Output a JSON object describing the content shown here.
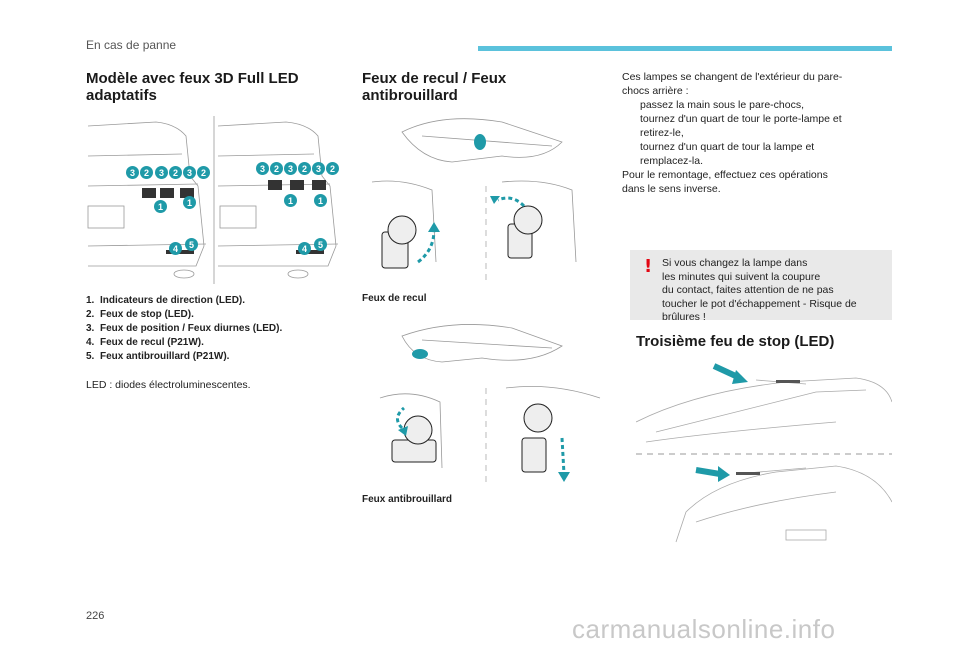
{
  "header": {
    "section": "En cas de panne",
    "accent_color": "#5bc2dc"
  },
  "page_number": "226",
  "watermark": "carmanualsonline.info",
  "col1": {
    "title_line1": "Modèle avec feux 3D Full LED",
    "title_line2": "adaptatifs",
    "diagram_icon": "rear-car-lights-diagram",
    "legend": [
      {
        "num": "1.",
        "text": "Indicateurs de direction (LED)."
      },
      {
        "num": "2.",
        "text": "Feux de stop (LED)."
      },
      {
        "num": "3.",
        "text": "Feux de position / Feux diurnes (LED)."
      },
      {
        "num": "4.",
        "text": "Feux de recul (P21W)."
      },
      {
        "num": "5.",
        "text": "Feux antibrouillard (P21W)."
      }
    ],
    "note": "LED : diodes électroluminescentes."
  },
  "col2": {
    "title_line1": "Feux de recul / Feux",
    "title_line2": "antibrouillard",
    "caption1": "Feux de recul",
    "caption2": "Feux antibrouillard",
    "diagram_icon": "bulb-replacement-diagram"
  },
  "col3": {
    "intro_line1": "Ces lampes se changent de l'extérieur du pare-",
    "intro_line2": "chocs arrière :",
    "bullet_symbol": "",
    "step1": "passez la main sous le pare-chocs,",
    "step2_line1": "tournez d'un quart de tour le porte-lampe et",
    "step2_line2": "retirez-le,",
    "step3_line1": "tournez d'un quart de tour la lampe et",
    "step3_line2": "remplacez-la.",
    "remount_line1": "Pour le remontage, effectuez ces opérations",
    "remount_line2": "dans le sens inverse.",
    "warning_icon": "!",
    "warning_lines": [
      "Si vous changez la lampe dans",
      "les minutes qui suivent la coupure",
      "du contact, faites attention de ne pas",
      "toucher le pot d'échappement - Risque de",
      "brûlures !"
    ],
    "title3": "Troisième feu de stop (LED)",
    "diagram_icon": "third-brake-light-diagram"
  },
  "colors": {
    "teal": "#1f9aa8",
    "warning_red": "#e30613"
  },
  "callouts_left": [
    "3",
    "2",
    "3",
    "2",
    "3",
    "2",
    "1",
    "1",
    "4",
    "5"
  ],
  "callouts_right": [
    "3",
    "2",
    "3",
    "2",
    "3",
    "2",
    "1",
    "1",
    "4",
    "5"
  ]
}
